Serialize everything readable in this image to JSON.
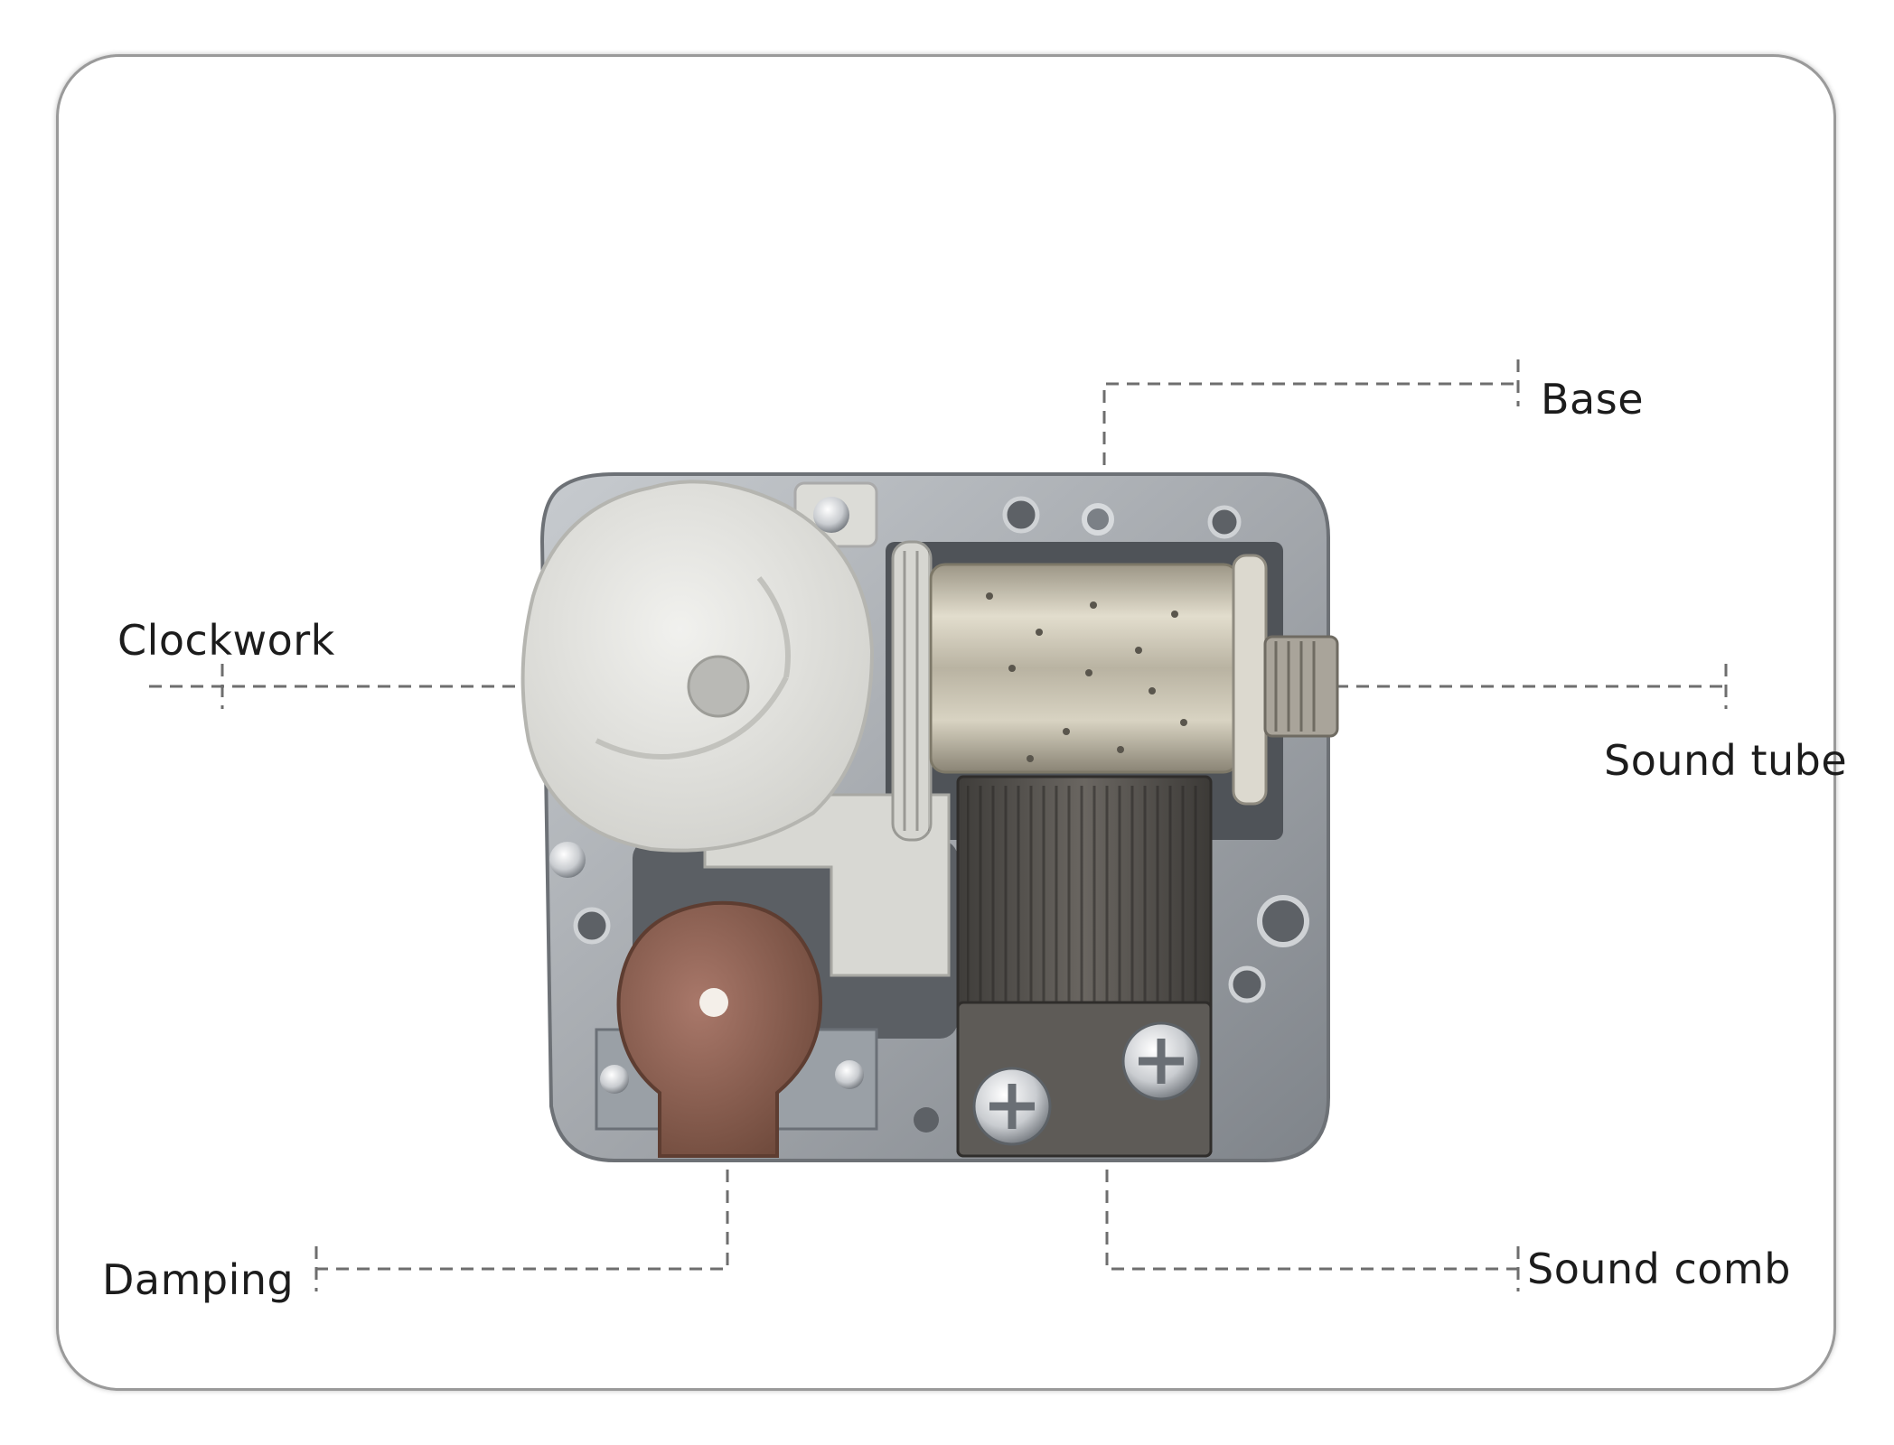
{
  "labels": {
    "base": "Base",
    "clockwork": "Clockwork",
    "sound_tube": "Sound tube",
    "damping": "Damping",
    "sound_comb": "Sound comb"
  },
  "colors": {
    "leader_line": "#6e6e6e",
    "frame_border": "#9a9a9a",
    "base_plate": "#a9adb2",
    "clockwork_housing": "#e6e6e2",
    "cylinder": "#c9c4b4",
    "comb": "#56534f",
    "damping_plate": "#8b5e4c"
  }
}
